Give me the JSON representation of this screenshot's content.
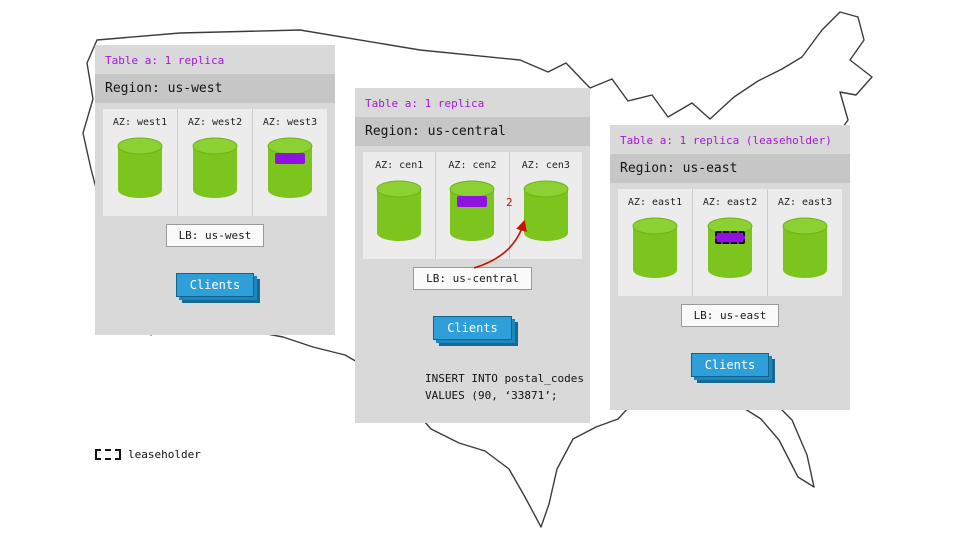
{
  "colors": {
    "panel_gray": "#d9d9d9",
    "region_bar_gray": "#c6c6c6",
    "accent_purple": "#a318d8",
    "replica_purple": "#9012e0",
    "cylinder_green": "#7cc41e",
    "client_blue": "#2e9fd8",
    "arrow_red": "#cc1100"
  },
  "panels": [
    {
      "id": "us-west",
      "table_label": "Table a: 1 replica",
      "region_label": "Region: us-west",
      "azs": [
        {
          "label": "AZ: west1",
          "replica": false,
          "leaseholder": false
        },
        {
          "label": "AZ: west2",
          "replica": false,
          "leaseholder": false
        },
        {
          "label": "AZ: west3",
          "replica": true,
          "leaseholder": false
        }
      ],
      "lb_label": "LB: us-west",
      "clients_label": "Clients"
    },
    {
      "id": "us-central",
      "table_label": "Table a: 1 replica",
      "region_label": "Region: us-central",
      "azs": [
        {
          "label": "AZ: cen1",
          "replica": false,
          "leaseholder": false
        },
        {
          "label": "AZ: cen2",
          "replica": true,
          "leaseholder": false
        },
        {
          "label": "AZ: cen3",
          "replica": false,
          "leaseholder": false
        }
      ],
      "lb_label": "LB: us-central",
      "clients_label": "Clients"
    },
    {
      "id": "us-east",
      "table_label": "Table a: 1 replica (leaseholder)",
      "region_label": "Region: us-east",
      "azs": [
        {
          "label": "AZ: east1",
          "replica": false,
          "leaseholder": false
        },
        {
          "label": "AZ: east2",
          "replica": true,
          "leaseholder": true
        },
        {
          "label": "AZ: east3",
          "replica": false,
          "leaseholder": false
        }
      ],
      "lb_label": "LB: us-east",
      "clients_label": "Clients"
    }
  ],
  "annotation": {
    "arrow_label": "2",
    "sql_line1": "INSERT INTO postal_codes",
    "sql_line2": "VALUES (90, ‘33871’;"
  },
  "legend": {
    "label": "leaseholder"
  }
}
